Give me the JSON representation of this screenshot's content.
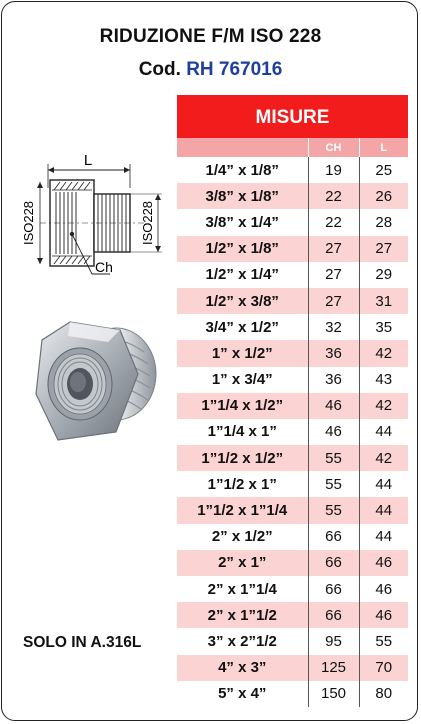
{
  "header": {
    "title": "RIDUZIONE F/M ISO 228",
    "code_prefix": "Cod.",
    "code_number": "RH 767016"
  },
  "table": {
    "group_header": "MISURE",
    "columns": [
      "",
      "CH",
      "L"
    ],
    "rows": [
      {
        "misura": "1/4” x 1/8”",
        "ch": "19",
        "l": "25"
      },
      {
        "misura": "3/8” x 1/8”",
        "ch": "22",
        "l": "26"
      },
      {
        "misura": "3/8” x 1/4”",
        "ch": "22",
        "l": "28"
      },
      {
        "misura": "1/2” x 1/8”",
        "ch": "27",
        "l": "27"
      },
      {
        "misura": "1/2” x 1/4”",
        "ch": "27",
        "l": "29"
      },
      {
        "misura": "1/2” x 3/8”",
        "ch": "27",
        "l": "31"
      },
      {
        "misura": "3/4” x 1/2”",
        "ch": "32",
        "l": "35"
      },
      {
        "misura": "1” x 1/2”",
        "ch": "36",
        "l": "42"
      },
      {
        "misura": "1” x 3/4”",
        "ch": "36",
        "l": "43"
      },
      {
        "misura": "1”1/4 x 1/2”",
        "ch": "46",
        "l": "42"
      },
      {
        "misura": "1”1/4 x 1”",
        "ch": "46",
        "l": "44"
      },
      {
        "misura": "1”1/2 x 1/2”",
        "ch": "55",
        "l": "42"
      },
      {
        "misura": "1”1/2 x 1”",
        "ch": "55",
        "l": "44"
      },
      {
        "misura": "1”1/2 x 1”1/4",
        "ch": "55",
        "l": "44"
      },
      {
        "misura": "2” x 1/2”",
        "ch": "66",
        "l": "44"
      },
      {
        "misura": "2” x 1”",
        "ch": "66",
        "l": "46"
      },
      {
        "misura": "2” x 1”1/4",
        "ch": "66",
        "l": "46"
      },
      {
        "misura": "2” x 1”1/2",
        "ch": "66",
        "l": "46"
      },
      {
        "misura": "3” x 2”1/2",
        "ch": "95",
        "l": "55"
      },
      {
        "misura": "4” x 3”",
        "ch": "125",
        "l": "70"
      },
      {
        "misura": "5” x 4”",
        "ch": "150",
        "l": "80"
      }
    ]
  },
  "drawing": {
    "label_length": "L",
    "label_left": "ISO228",
    "label_right": "ISO228",
    "label_hex": "Ch"
  },
  "note": "SOLO IN A.316L",
  "colors": {
    "accent_red": "#f21c1c",
    "row_pink": "#fbd3d3",
    "subheader_pink": "#f4a6a6",
    "code_blue": "#1f3f9c"
  }
}
